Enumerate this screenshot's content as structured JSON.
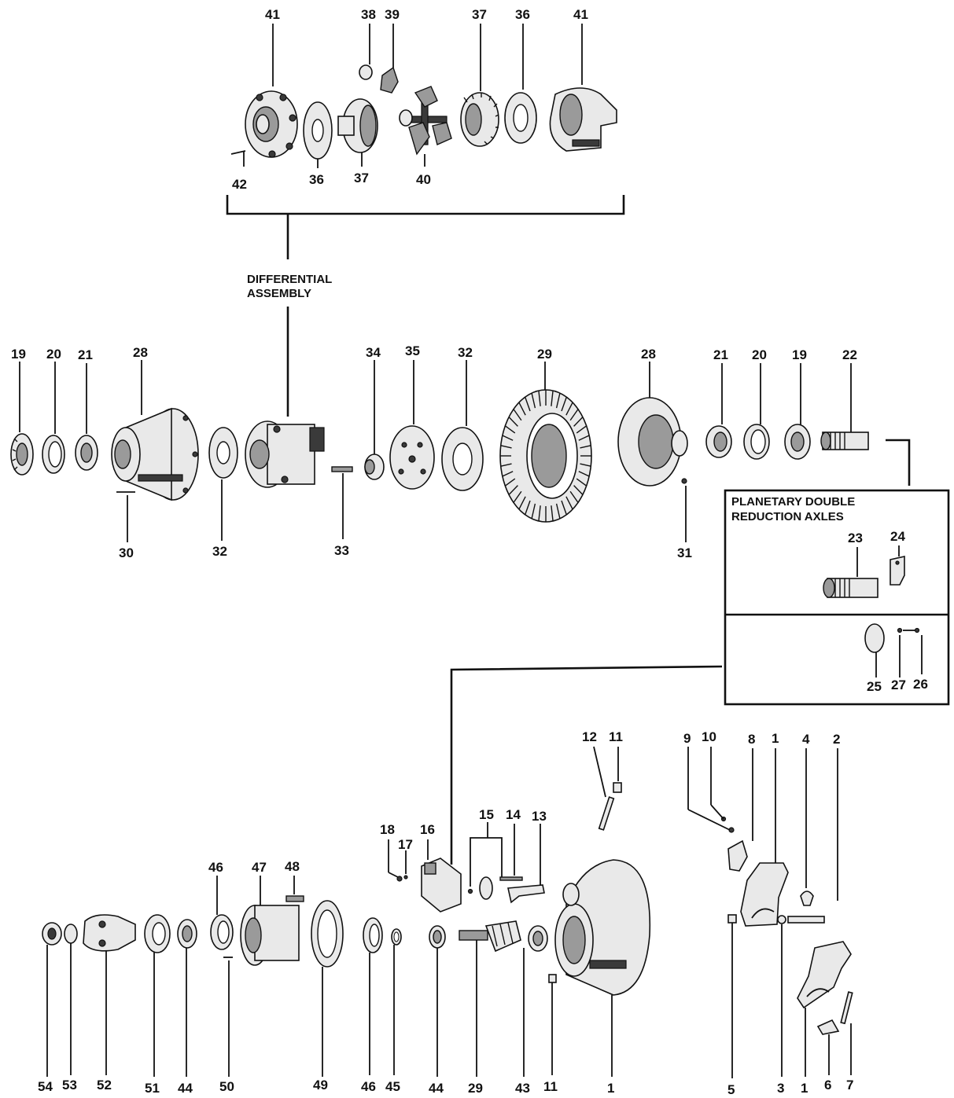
{
  "captions": {
    "differential_line1": "DIFFERENTIAL",
    "differential_line2": "ASSEMBLY",
    "planetary_line1": "PLANETARY DOUBLE",
    "planetary_line2": "REDUCTION AXLES"
  },
  "labels": {
    "top_41a": "41",
    "top_38": "38",
    "top_39": "39",
    "top_37a": "37",
    "top_36a": "36",
    "top_41b": "41",
    "top_42": "42",
    "top_36b": "36",
    "top_37b": "37",
    "top_40": "40",
    "mid_19a": "19",
    "mid_20a": "20",
    "mid_21a": "21",
    "mid_28a": "28",
    "mid_34": "34",
    "mid_35": "35",
    "mid_32a": "32",
    "mid_29": "29",
    "mid_28b": "28",
    "mid_21b": "21",
    "mid_20b": "20",
    "mid_19b": "19",
    "mid_22": "22",
    "mid_30": "30",
    "mid_32b": "32",
    "mid_33": "33",
    "mid_31": "31",
    "box_23": "23",
    "box_24": "24",
    "box_25": "25",
    "box_27": "27",
    "box_26": "26",
    "low_12": "12",
    "low_11a": "11",
    "low_9": "9",
    "low_10": "10",
    "low_8": "8",
    "low_1a": "1",
    "low_4": "4",
    "low_2": "2",
    "low_18": "18",
    "low_16": "16",
    "low_17": "17",
    "low_15": "15",
    "low_14": "14",
    "low_13": "13",
    "low_46a": "46",
    "low_47": "47",
    "low_48": "48",
    "bot_54": "54",
    "bot_53": "53",
    "bot_52": "52",
    "bot_51": "51",
    "bot_44a": "44",
    "bot_50": "50",
    "bot_49": "49",
    "bot_46": "46",
    "bot_45": "45",
    "bot_44b": "44",
    "bot_29": "29",
    "bot_43": "43",
    "bot_11": "11",
    "bot_1a": "1",
    "bot_5": "5",
    "bot_3": "3",
    "bot_1b": "1",
    "bot_6": "6",
    "bot_7": "7"
  }
}
